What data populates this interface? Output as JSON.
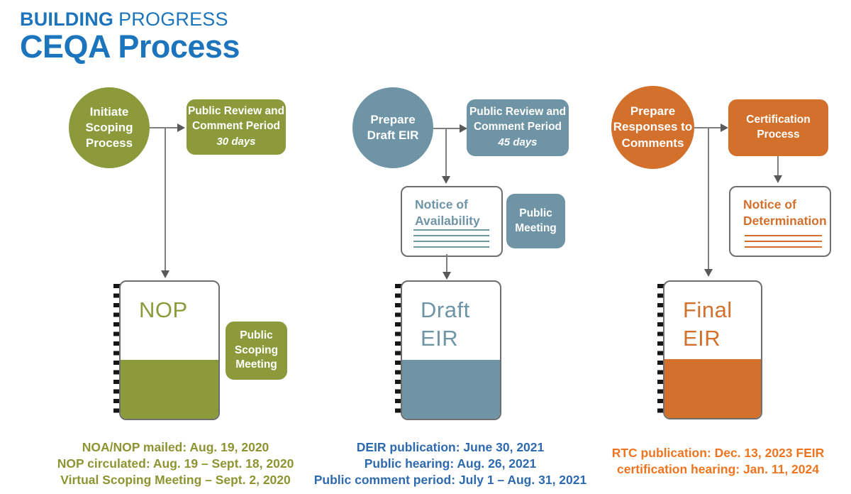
{
  "header": {
    "brand_bold": "BUILDING",
    "brand_light": "PROGRESS",
    "title": "CEQA Process"
  },
  "colors": {
    "olive": "#8C9A3C",
    "teal": "#6E94A5",
    "orange": "#D2702C",
    "header_blue": "#1C75BC",
    "olive_text": "#8D9431",
    "blue_text": "#2F69AE",
    "orange_text": "#EE7520",
    "line_gray": "#808080",
    "arrow_dark": "#595959"
  },
  "scoping": {
    "circle_label": "Initiate\nScoping\nProcess",
    "review_title": "Public Review and\nComment Period",
    "review_days": "30 days",
    "book_label": "NOP",
    "meeting_box_label": "Public\nScoping\nMeeting",
    "dates": [
      "NOA/NOP mailed: Aug. 19, 2020",
      "NOP circulated: Aug. 19 – Sept. 18, 2020",
      "Virtual Scoping Meeting – Sept. 2, 2020"
    ]
  },
  "draft_eir": {
    "circle_label": "Prepare\nDraft EIR",
    "review_title": "Public Review and\nComment Period",
    "review_days": "45 days",
    "notice_label": "Notice of\nAvailability",
    "meeting_box_label": "Public\nMeeting",
    "book_label": "Draft\nEIR",
    "dates": [
      "DEIR publication: June 30, 2021",
      "Public hearing: Aug. 26, 2021",
      "Public comment period: July 1 – Aug. 31, 2021"
    ]
  },
  "final_eir": {
    "circle_label": "Prepare\nResponses to\nComments",
    "process_label": "Certification\nProcess",
    "notice_label": "Notice of\nDetermination",
    "book_label": "Final\nEIR",
    "dates": [
      "RTC publication: Dec. 13, 2023 FEIR",
      "certification hearing: Jan. 11, 2024"
    ]
  }
}
